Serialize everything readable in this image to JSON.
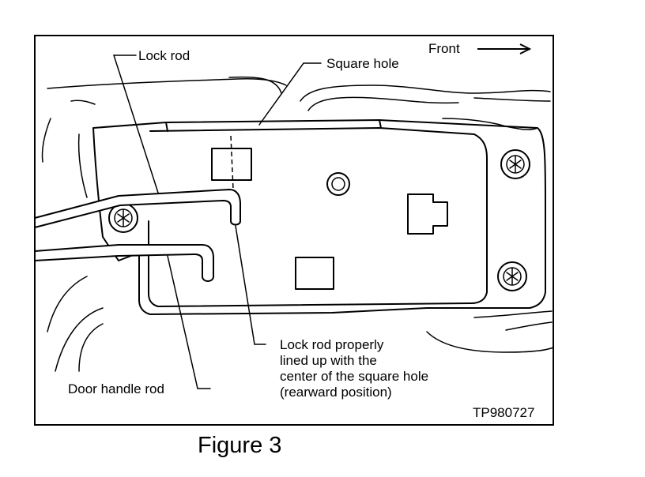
{
  "figure": {
    "caption": "Figure 3",
    "code": "TP980727"
  },
  "labels": {
    "lock_rod": "Lock rod",
    "square_hole": "Square hole",
    "front": "Front",
    "door_handle_rod": "Door handle rod",
    "lined_up": [
      "Lock rod properly",
      "lined up with the",
      "center of the square hole",
      "(rearward position)"
    ]
  }
}
